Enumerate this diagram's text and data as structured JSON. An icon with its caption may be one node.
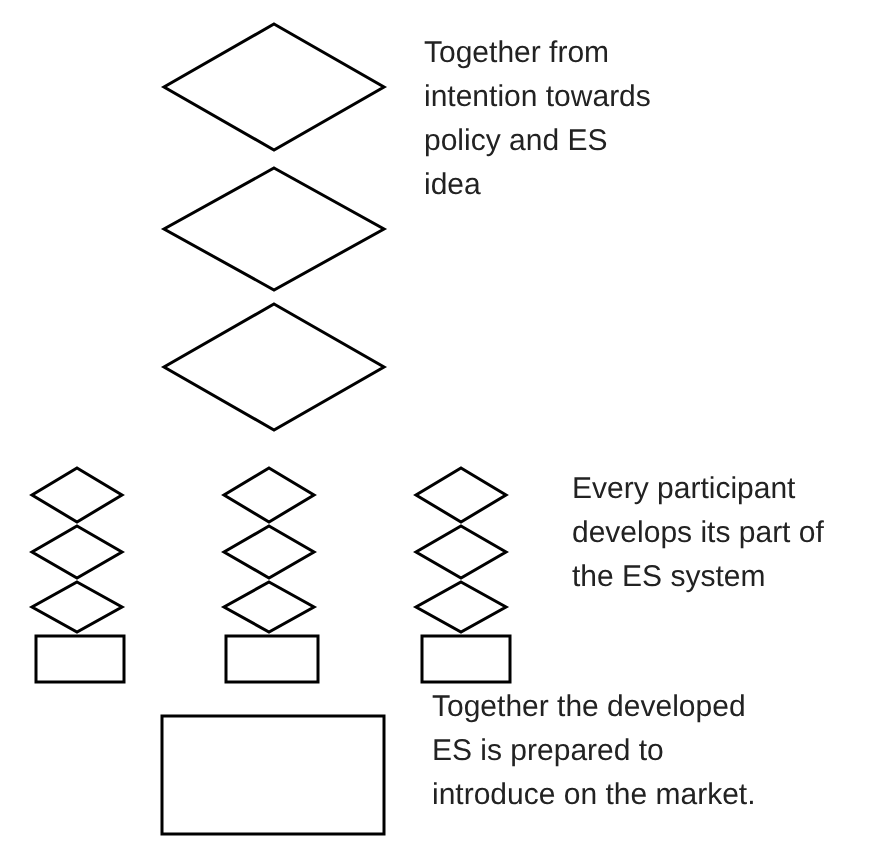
{
  "diagram": {
    "nodes": [
      {
        "text": [],
        "shape": "diamond"
      },
      {
        "text": [],
        "shape": "diamond"
      },
      {
        "text": [],
        "shape": "diamond"
      },
      {
        "text": [],
        "shape": "diamond"
      },
      {
        "text": [],
        "shape": "diamond"
      },
      {
        "text": [],
        "shape": "diamond"
      },
      {
        "text": [],
        "shape": "box"
      },
      {
        "text": [],
        "shape": "diamond"
      },
      {
        "text": [],
        "shape": "diamond"
      },
      {
        "text": [],
        "shape": "diamond"
      },
      {
        "text": [],
        "shape": "box"
      },
      {
        "text": [],
        "shape": "diamond"
      },
      {
        "text": [],
        "shape": "diamond"
      },
      {
        "text": [],
        "shape": "diamond"
      },
      {
        "text": [],
        "shape": "box"
      },
      {
        "text": [],
        "shape": "box"
      }
    ],
    "edges": [],
    "labels": [
      "Together from intention towards policy and ES idea",
      "Every participant develops its part of the ES system",
      "Together the developed ES is prepared to introduce on the market."
    ]
  }
}
